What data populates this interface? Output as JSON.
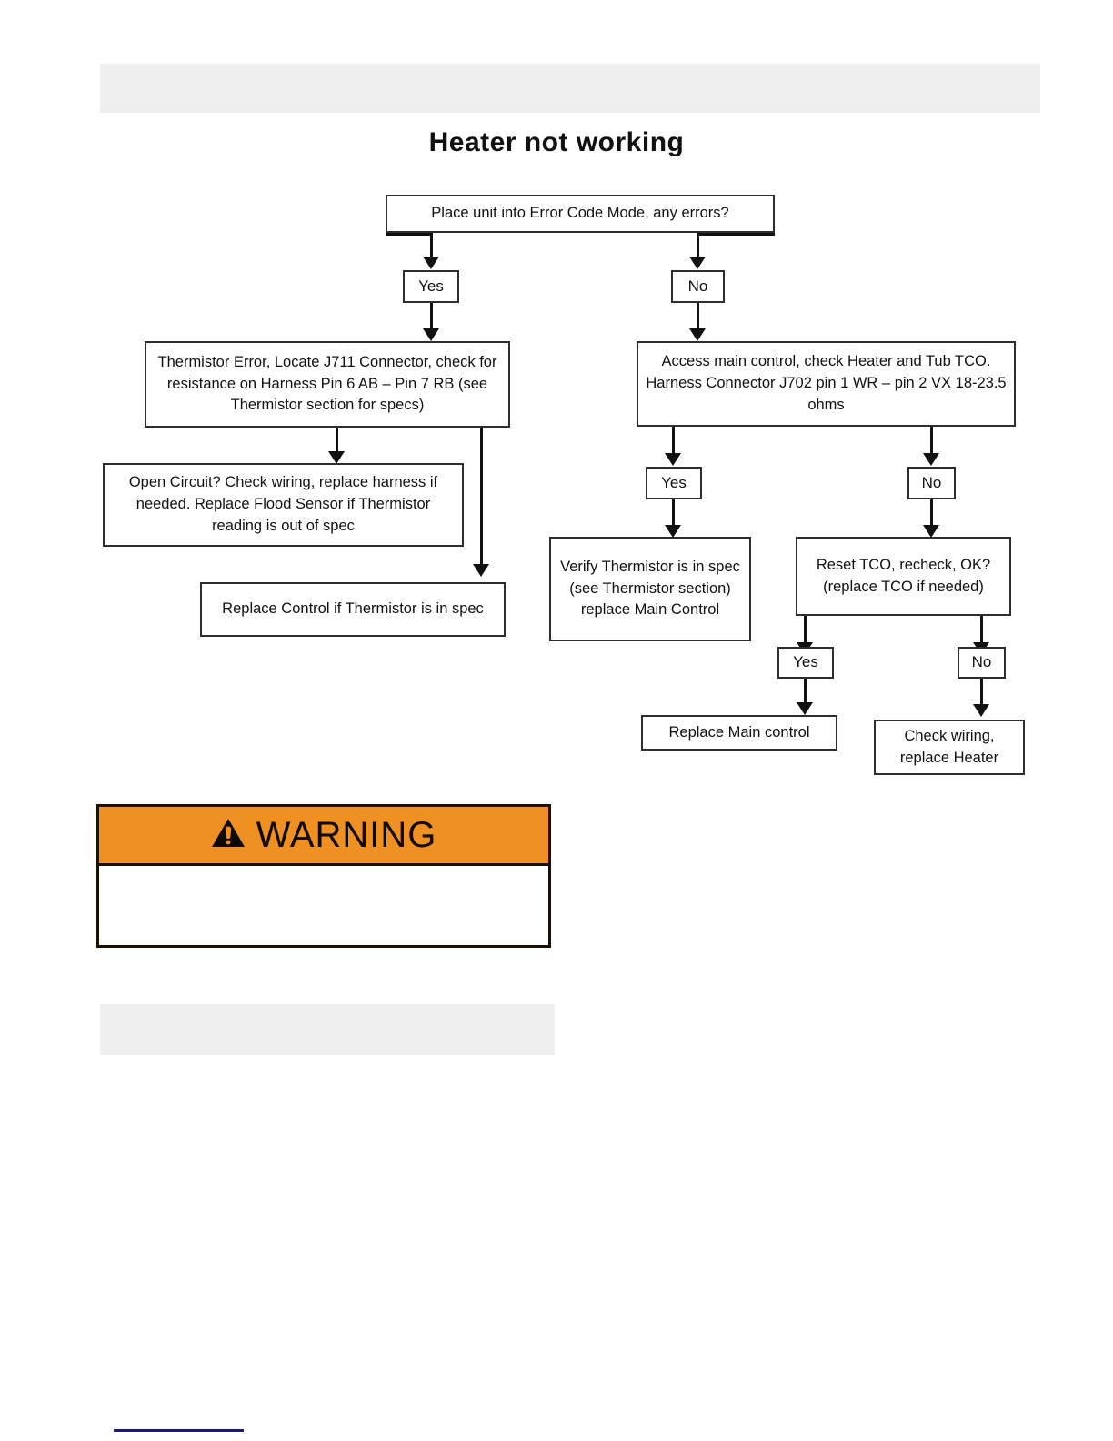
{
  "page": {
    "background_color": "#ffffff",
    "top_placeholder_bar": "",
    "bottom_placeholder_bar": ""
  },
  "flowchart": {
    "type": "decision-tree",
    "title": "Heater not working",
    "nodes": {
      "start": "Place unit into Error Code Mode, any errors?",
      "start_yes": "Yes",
      "start_no": "No",
      "left_primary": "Thermistor Error, Locate J711 Connector, check for resistance on Harness Pin 6 AB – Pin 7 RB (see Thermistor section for specs)",
      "left_open_circuit": "Open Circuit? Check wiring, replace harness if needed.  Replace Flood Sensor if Thermistor reading is out of spec",
      "left_replace_control": "Replace Control if Thermistor is in spec",
      "right_primary": "Access main control, check Heater and Tub TCO. Harness Connector J702   pin 1 WR – pin 2 VX     18-23.5 ohms",
      "right_yes": "Yes",
      "right_no": "No",
      "right_verify_thermistor": "Verify Thermistor is in spec (see Thermistor section) replace Main Control",
      "right_reset_tco": "Reset TCO, recheck, OK? (replace TCO if needed)",
      "tco_yes": "Yes",
      "tco_no": "No",
      "replace_main_control": "Replace Main control",
      "check_wiring_heater": "Check wiring, replace Heater"
    }
  },
  "warning": {
    "title": "WARNING",
    "icon": "warning-triangle-icon",
    "header_color": "#ef9022",
    "border_color": "#1c1100",
    "body_text": ""
  },
  "footer": {
    "rule_color": "#1a1a7a"
  }
}
